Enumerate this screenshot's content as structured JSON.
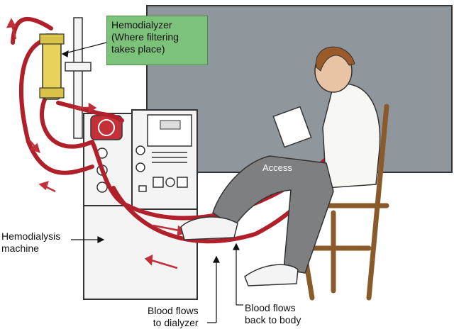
{
  "labels": {
    "hemodialyzer": {
      "line1": "Hemodialyzer",
      "line2": "(Where filtering",
      "line3": "takes place)"
    },
    "machine": {
      "line1": "Hemodialysis",
      "line2": "machine"
    },
    "access": "Access",
    "to_dialyzer": {
      "line1": "Blood flows",
      "line2": "to dialyzer"
    },
    "back_to_body": {
      "line1": "Blood flows",
      "line2": "back to body"
    }
  },
  "colors": {
    "tube_red": "#b0202a",
    "arrow_red": "#c0303a",
    "board_gray": "#8f979d",
    "machine_white": "#f4f4f4",
    "callout_green": "#7cc27a",
    "dialyzer_yellow": "#e8d25a",
    "chair_brown": "#8a5a2b",
    "shirt_white": "#f7f7f3",
    "pants_gray": "#7d7f80"
  }
}
